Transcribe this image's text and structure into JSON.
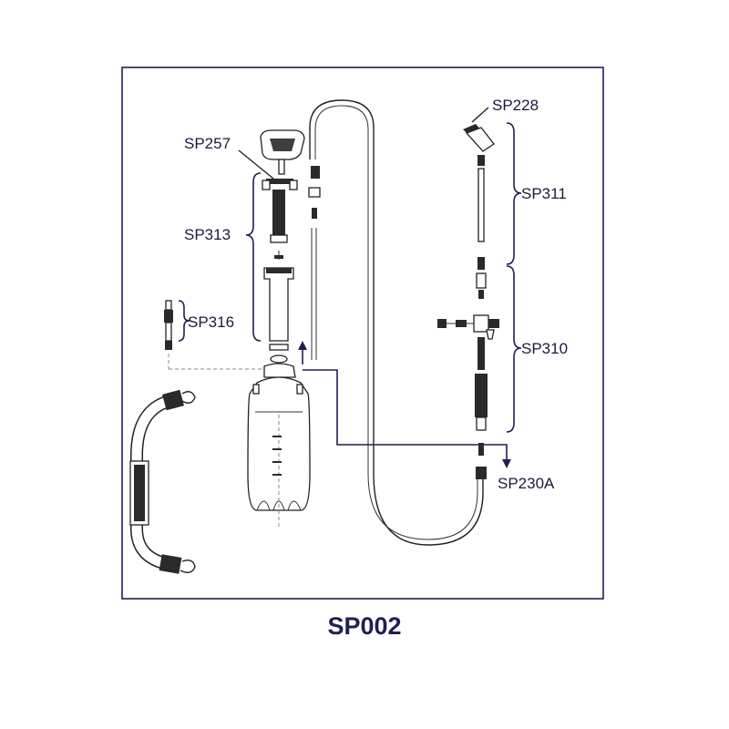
{
  "title": "SP002",
  "labels": {
    "sp228": "SP228",
    "sp257": "SP257",
    "sp311": "SP311",
    "sp313": "SP313",
    "sp316": "SP316",
    "sp310": "SP310",
    "sp230a": "SP230A"
  },
  "colors": {
    "frame": "#1f1f55",
    "text": "#1a1a3c",
    "title": "#1f1f55"
  }
}
